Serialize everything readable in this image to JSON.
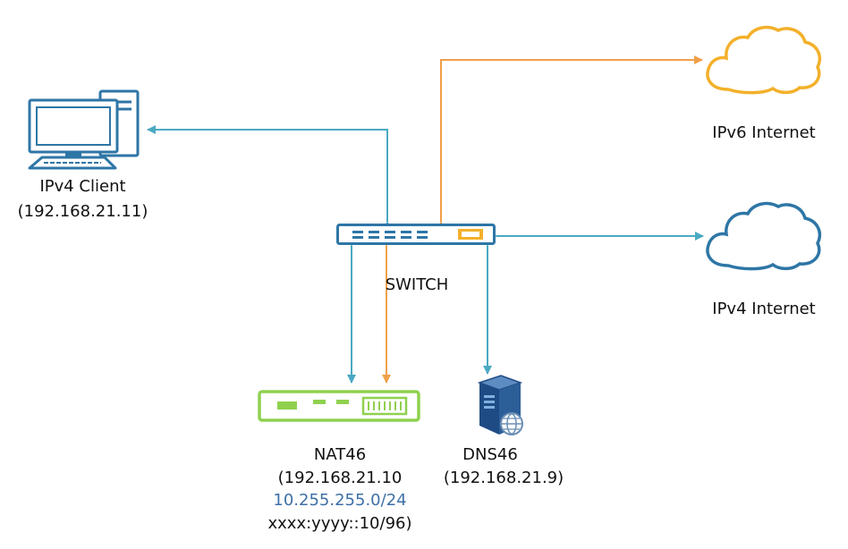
{
  "colors": {
    "ipv4_link": "#4aa9c2",
    "ipv6_link": "#f0a04a",
    "switch": "#2e76a6",
    "client": "#2e76a6",
    "nat_device": "#8fd14f",
    "cloud_v6": "#f3b02a",
    "cloud_v4": "#2e76a6",
    "server": "#1f4b84",
    "subnet_text": "#3d6fa6"
  },
  "nodes": {
    "client": {
      "name": "IPv4 Client",
      "addr": "(192.168.21.11)",
      "icon": "desktop-computer-icon"
    },
    "switch": {
      "name": "SWITCH",
      "icon": "network-switch-icon"
    },
    "ipv6_internet": {
      "name": "IPv6 Internet",
      "icon": "cloud-icon"
    },
    "ipv4_internet": {
      "name": "IPv4 Internet",
      "icon": "cloud-icon"
    },
    "nat46": {
      "name": "NAT46",
      "addr1": "(192.168.21.10",
      "addr2": "10.255.255.0/24",
      "addr3": "xxxx:yyyy::10/96)",
      "icon": "router-icon"
    },
    "dns46": {
      "name": "DNS46",
      "addr": "(192.168.21.9)",
      "icon": "server-icon"
    }
  }
}
